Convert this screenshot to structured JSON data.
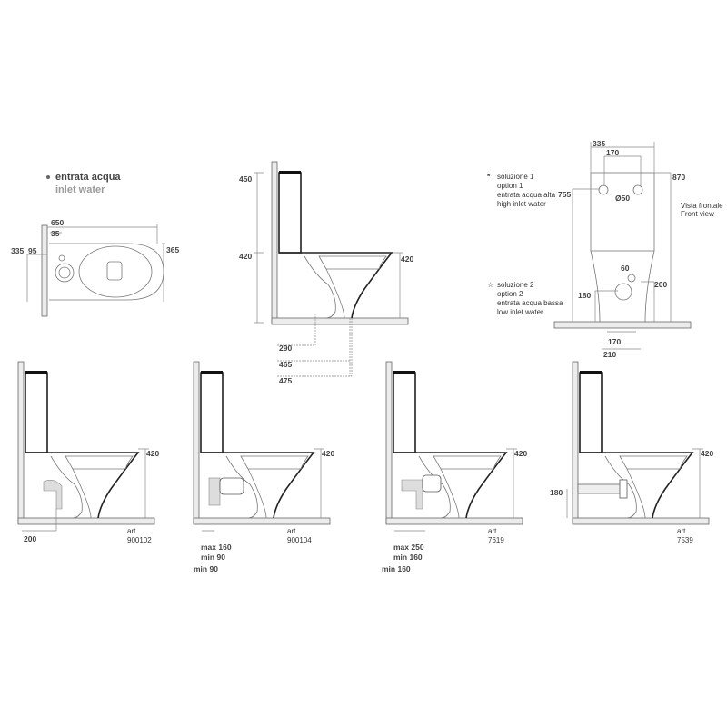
{
  "legend": {
    "inlet_it": "entrata acqua",
    "inlet_en": "inlet water"
  },
  "top_view": {
    "d650": "650",
    "d35": "35",
    "d335": "335",
    "d95": "95",
    "d365": "365"
  },
  "side_view": {
    "d450": "450",
    "d420_left": "420",
    "d420_right": "420",
    "d290": "290",
    "d465": "465",
    "d475": "475"
  },
  "front_view": {
    "d335": "335",
    "d170_top": "170",
    "d870": "870",
    "d755": "755",
    "d50": "Ø50",
    "d60": "60",
    "d200": "200",
    "d180": "180",
    "d170_bottom": "170",
    "d210": "210",
    "title_it": "Vista frontale",
    "title_en": "Front view",
    "option1": {
      "l1": "soluzione 1",
      "l2": "option 1",
      "l3": "entrata acqua alta",
      "l4": "high inlet water"
    },
    "option2": {
      "l1": "soluzione 2",
      "l2": "option 2",
      "l3": "entrata acqua bassa",
      "l4": "low inlet water"
    }
  },
  "variants": [
    {
      "art": "art.",
      "code": "900102",
      "h": "420",
      "dim": "200"
    },
    {
      "art": "art.",
      "code": "900104",
      "h": "420",
      "max": "max 160",
      "min": "min  90",
      "min2": "min  90"
    },
    {
      "art": "art.",
      "code": "7619",
      "h": "420",
      "max": "max 250",
      "min": "min  160",
      "min2": "min  160"
    },
    {
      "art": "art.",
      "code": "7539",
      "h": "420",
      "dim": "180"
    }
  ]
}
